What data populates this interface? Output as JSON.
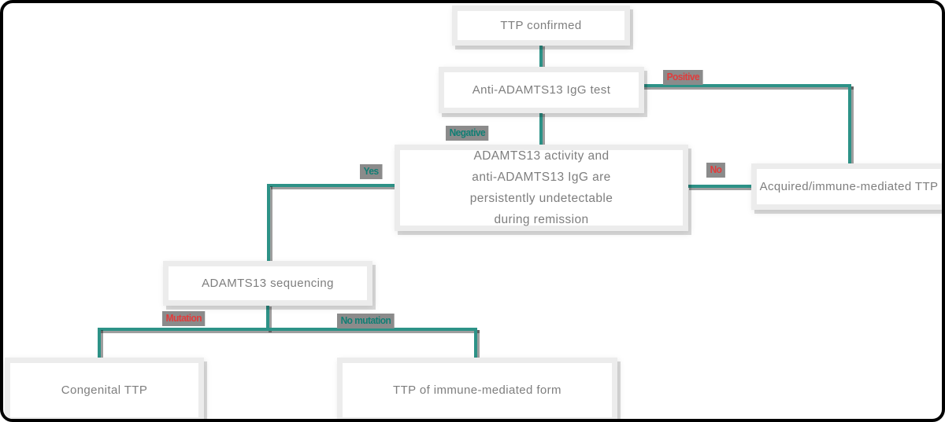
{
  "diagram": {
    "title": "TTP diagnostic flowchart",
    "nodes": {
      "ttp_confirmed": "TTP confirmed",
      "igg_test": "Anti-ADAMTS13 IgG test",
      "activity_remission": "ADAMTS13 activity and\nanti-ADAMTS13 IgG are\npersistently undetectable\nduring remission",
      "acquired_ttp": "Acquired/immune-mediated TTP",
      "sequencing": "ADAMTS13 sequencing",
      "congenital_ttp": "Congenital TTP",
      "immune_form_ttp": "TTP of immune-mediated form"
    },
    "edge_labels": {
      "positive": "Positive",
      "negative": "Negative",
      "yes": "Yes",
      "no": "No",
      "mutation": "Mutation",
      "no_mutation": "No mutation"
    },
    "colors": {
      "connector_teal": "#2d9287",
      "label_red": "#e23b3b",
      "label_teal": "#117e74",
      "label_chip_gray": "#8b8b8b",
      "box_border_gray": "#ececec",
      "box_text_gray": "#7e7e7e",
      "frame_black": "#000000",
      "background_white": "#ffffff"
    }
  }
}
